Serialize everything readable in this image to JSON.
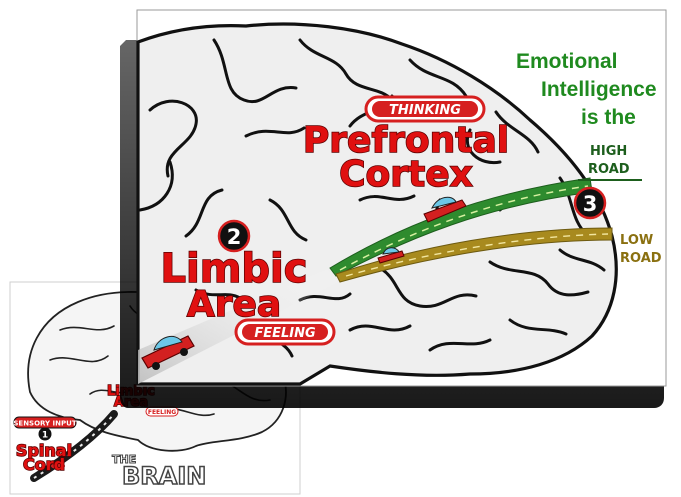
{
  "headline": {
    "line1": "Emotional",
    "line2": "Intelligence",
    "line3": "is the"
  },
  "high_road": {
    "line1": "HIGH",
    "line2": "ROAD"
  },
  "low_road": {
    "line1": "LOW",
    "line2": "ROAD"
  },
  "cortex": {
    "badge": "THINKING",
    "line1": "Prefrontal",
    "line2": "Cortex"
  },
  "limbic": {
    "line1": "Limbic",
    "line2": "Area",
    "badge": "FEELING"
  },
  "markers": {
    "one": "1",
    "two": "2",
    "three": "3"
  },
  "small_brain": {
    "sensory_input": "SENSORY INPUT",
    "spinal_line1": "Spinal",
    "spinal_line2": "Cord",
    "limbic_line1": "Limbic",
    "limbic_line2": "Area",
    "feeling": "FEELING",
    "title_the": "THE",
    "title_brain": "BRAIN"
  },
  "colors": {
    "high_road": "#2e8b2e",
    "low_road": "#a88a1e",
    "label_red": "#e01010",
    "headline_green": "#1f8a1f"
  }
}
